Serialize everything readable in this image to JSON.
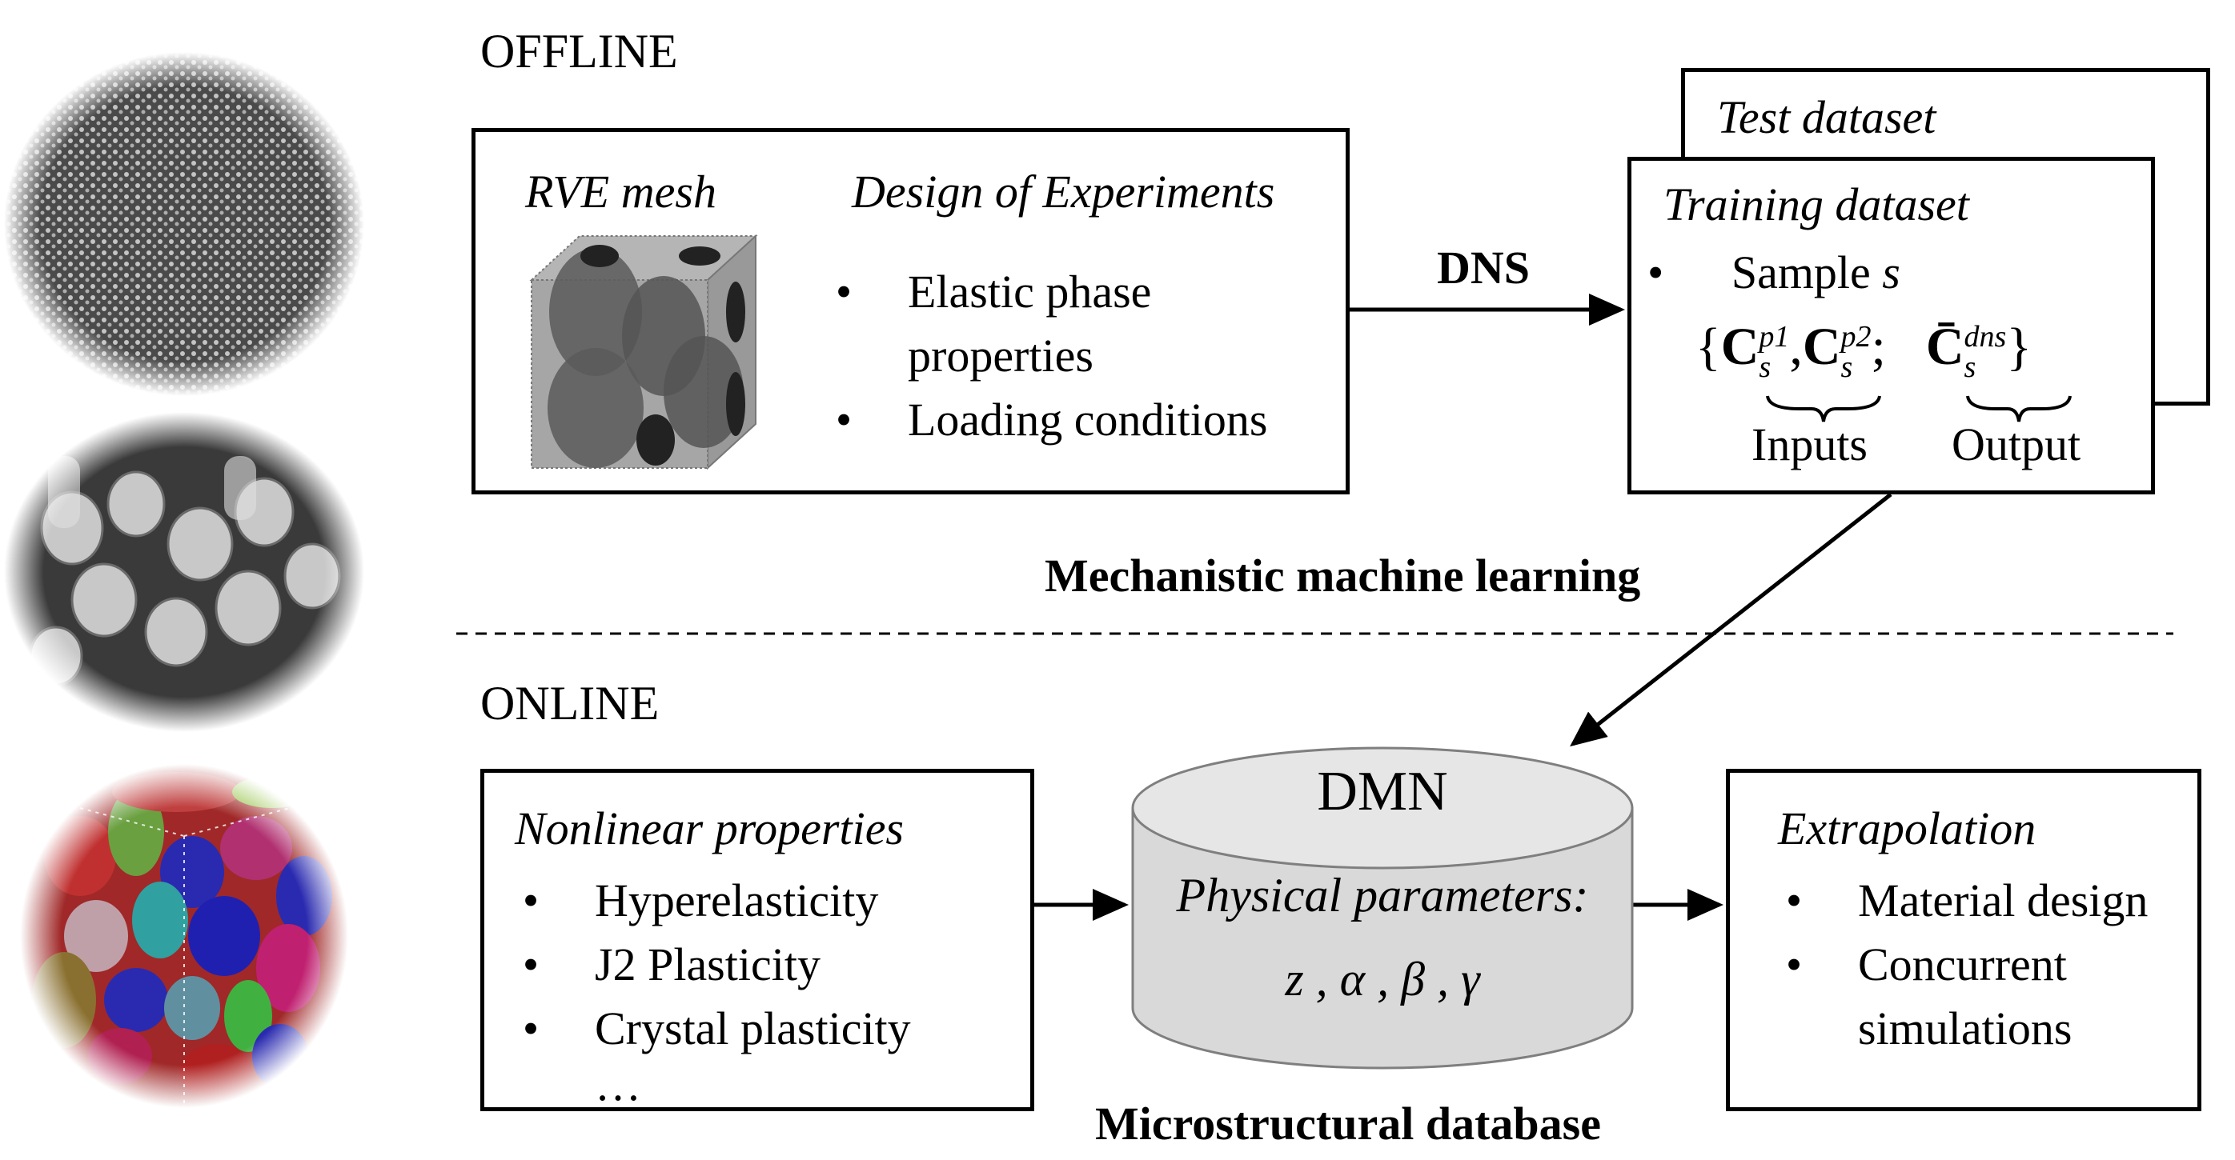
{
  "sections": {
    "offline": "OFFLINE",
    "online": "ONLINE"
  },
  "left_images": [
    {
      "name": "particle-micrograph",
      "description": "grayscale particulate microstructure"
    },
    {
      "name": "fiber-micrograph",
      "description": "grayscale fiber composite fracture surface"
    },
    {
      "name": "polycrystal-cube",
      "description": "colored polycrystalline grain RVE"
    }
  ],
  "offline_box": {
    "rve_title": "RVE mesh",
    "doe_title": "Design of Experiments",
    "doe_items": [
      {
        "line1": "Elastic phase",
        "line2": "properties"
      },
      {
        "line1": "Loading conditions",
        "line2": ""
      }
    ]
  },
  "dns_label": "DNS",
  "test_dataset": {
    "title": "Test dataset"
  },
  "training_dataset": {
    "title": "Training dataset",
    "sample_prefix": "Sample",
    "sample_var": "s",
    "formula": {
      "open_brace": "{",
      "c1": "C",
      "c1_sup": "p1",
      "c1_sub": "s",
      "comma": ",",
      "c2": "C",
      "c2_sup": "p2",
      "c2_sub": "s",
      "semicolon": ";",
      "c3": "C̄",
      "c3_sup": "dns",
      "c3_sub": "s",
      "close_brace": "}"
    },
    "inputs_label": "Inputs",
    "output_label": "Output"
  },
  "mml_label": "Mechanistic machine learning",
  "online_box": {
    "title": "Nonlinear properties",
    "items": [
      "Hyperelasticity",
      "J2 Plasticity",
      "Crystal plasticity"
    ],
    "ellipsis": "…"
  },
  "dmn": {
    "title": "DMN",
    "subtitle": "Physical parameters:",
    "params": "z , α , β , γ",
    "caption": "Microstructural database"
  },
  "extrapolation_box": {
    "title": "Extrapolation",
    "items": [
      {
        "line1": "Material design",
        "line2": ""
      },
      {
        "line1": "Concurrent",
        "line2": "simulations"
      }
    ]
  },
  "colors": {
    "line": "#000000",
    "cylinder_top": "#e6e6e6",
    "cylinder_body": "#d9d9d9",
    "cylinder_edge": "#7f7f7f",
    "rve_matrix": "#a6a6a6",
    "rve_particle": "#5a5a5a"
  }
}
